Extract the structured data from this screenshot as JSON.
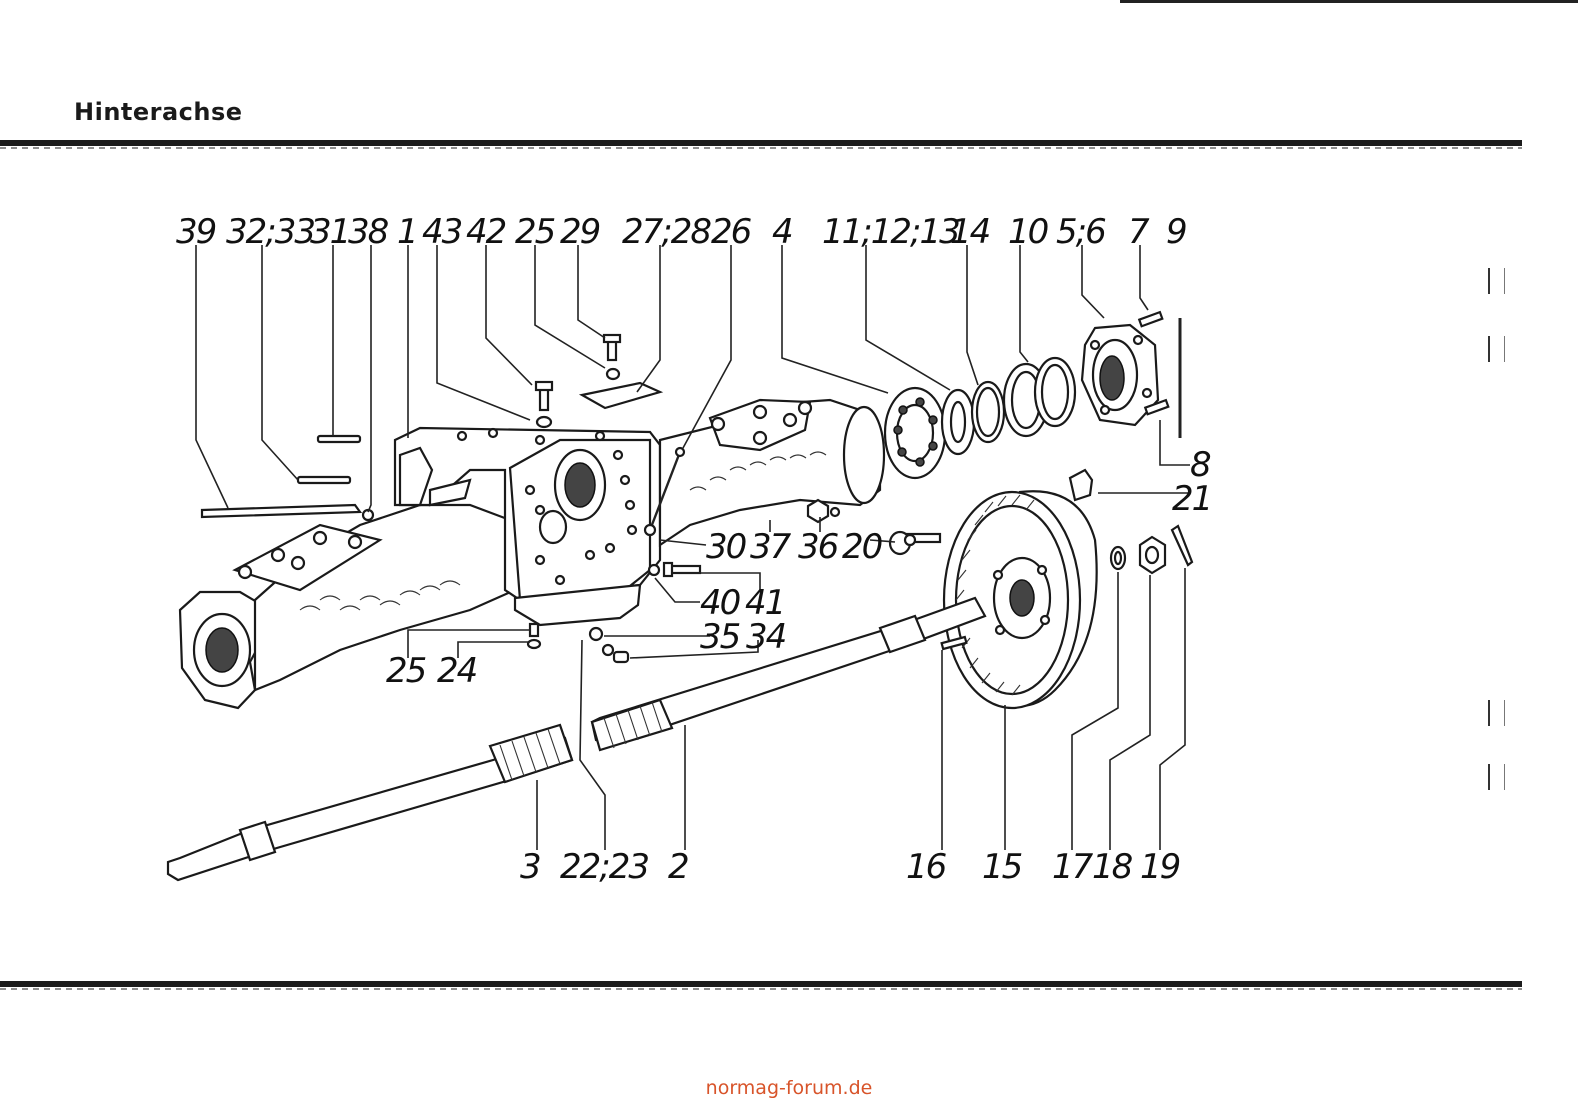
{
  "page": {
    "title": "Hinterachse",
    "watermark": "normag-forum.de"
  },
  "callouts": [
    {
      "id": "c39",
      "text": "39"
    },
    {
      "id": "c32-33",
      "text": "32;33"
    },
    {
      "id": "c31",
      "text": "31"
    },
    {
      "id": "c38",
      "text": "38"
    },
    {
      "id": "c1",
      "text": "1"
    },
    {
      "id": "c43",
      "text": "43"
    },
    {
      "id": "c42",
      "text": "42"
    },
    {
      "id": "c25-top",
      "text": "25"
    },
    {
      "id": "c29",
      "text": "29"
    },
    {
      "id": "c27-28",
      "text": "27;28"
    },
    {
      "id": "c26",
      "text": "26"
    },
    {
      "id": "c4",
      "text": "4"
    },
    {
      "id": "c11-12-13",
      "text": "11;12;13"
    },
    {
      "id": "c14",
      "text": "14"
    },
    {
      "id": "c10",
      "text": "10"
    },
    {
      "id": "c5-6",
      "text": "5;6"
    },
    {
      "id": "c7",
      "text": "7"
    },
    {
      "id": "c9",
      "text": "9"
    },
    {
      "id": "c8",
      "text": "8"
    },
    {
      "id": "c21",
      "text": "21"
    },
    {
      "id": "c30",
      "text": "30"
    },
    {
      "id": "c37",
      "text": "37"
    },
    {
      "id": "c36",
      "text": "36"
    },
    {
      "id": "c20",
      "text": "20"
    },
    {
      "id": "c40",
      "text": "40"
    },
    {
      "id": "c41",
      "text": "41"
    },
    {
      "id": "c35",
      "text": "35"
    },
    {
      "id": "c34",
      "text": "34"
    },
    {
      "id": "c25-bottom",
      "text": "25"
    },
    {
      "id": "c24",
      "text": "24"
    },
    {
      "id": "c3",
      "text": "3"
    },
    {
      "id": "c22-23",
      "text": "22;23"
    },
    {
      "id": "c2",
      "text": "2"
    },
    {
      "id": "c16",
      "text": "16"
    },
    {
      "id": "c15",
      "text": "15"
    },
    {
      "id": "c17",
      "text": "17"
    },
    {
      "id": "c18",
      "text": "18"
    },
    {
      "id": "c19",
      "text": "19"
    }
  ]
}
